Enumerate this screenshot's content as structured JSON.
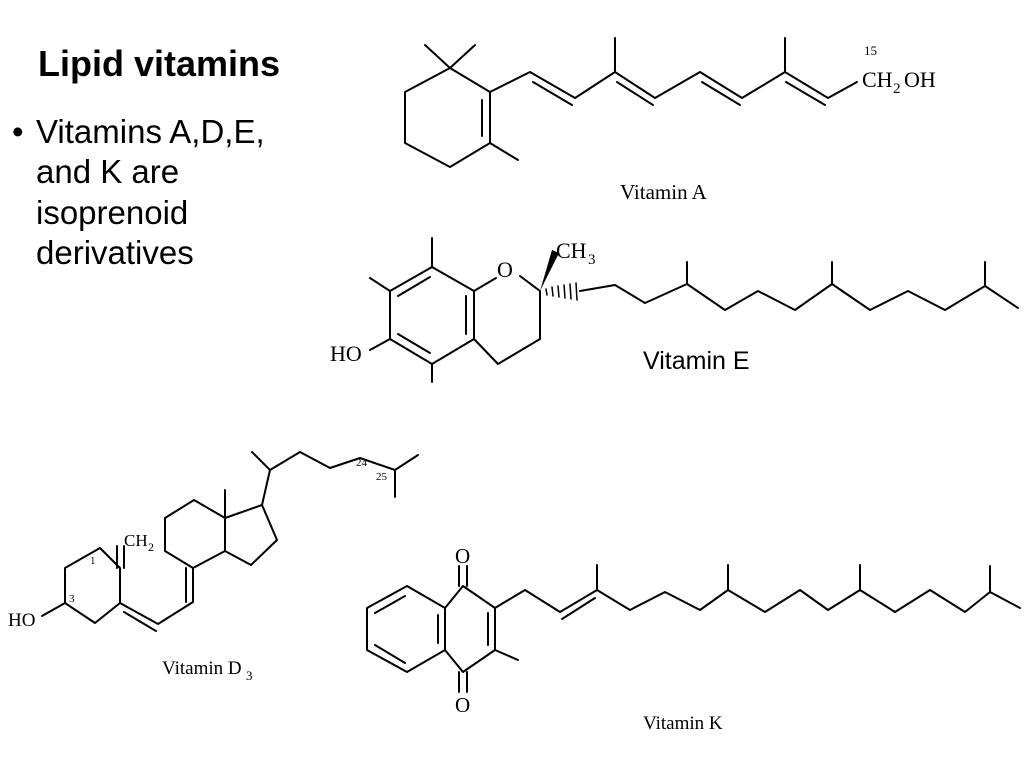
{
  "slide": {
    "title": "Lipid vitamins",
    "bullet_marker": "•",
    "bullet_lines": [
      "Vitamins A,D,E,",
      "and K are",
      "isoprenoid",
      "derivatives"
    ]
  },
  "vitamin_a": {
    "label": "Vitamin A",
    "group_ch": "CH",
    "group_sub": "2",
    "group_oh": "OH",
    "locant": "15"
  },
  "vitamin_e": {
    "label": "Vitamin E",
    "ring_o": "O",
    "methyl_ch": "CH",
    "methyl_sub": "3",
    "hydroxyl": "HO"
  },
  "vitamin_d3": {
    "label_main": "Vitamin D",
    "label_sub": "3",
    "methylene_ch": "CH",
    "methylene_sub": "2",
    "hydroxyl": "HO",
    "locant_1": "1",
    "locant_3": "3",
    "locant_24": "24",
    "locant_25": "25"
  },
  "vitamin_k": {
    "label": "Vitamin K",
    "oxygen_top": "O",
    "oxygen_bottom": "O"
  }
}
